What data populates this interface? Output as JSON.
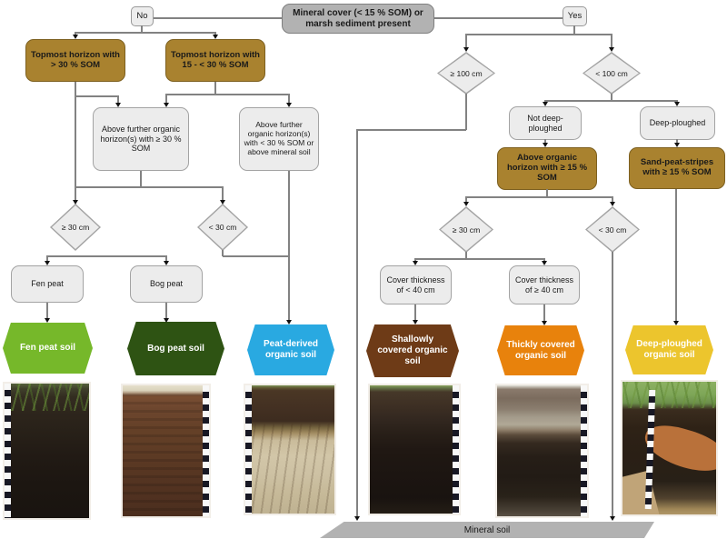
{
  "nodes": {
    "root": "Mineral cover (< 15 % SOM) or marsh sediment present",
    "no": "No",
    "yes": "Yes",
    "topmost_gt30": "Topmost horizon with > 30 % SOM",
    "topmost_15_30": "Topmost horizon with 15 - < 30 % SOM",
    "above_further_ge30": "Above further organic horizon(s) with ≥ 30 % SOM",
    "above_further_lt30": "Above further organic horizon(s) with < 30 % SOM or above mineral soil",
    "d_ge30_left": "≥ 30 cm",
    "d_lt30_left": "< 30 cm",
    "fen_peat": "Fen peat",
    "bog_peat": "Bog peat",
    "d_ge100": "≥ 100 cm",
    "d_lt100": "< 100 cm",
    "not_deep_ploughed": "Not deep-ploughed",
    "deep_ploughed": "Deep-ploughed",
    "above_organic_ge15": "Above organic horizon with ≥ 15 % SOM",
    "sand_peat_stripes": "Sand-peat-stripes with ≥ 15 % SOM",
    "d_ge30_right": "≥ 30 cm",
    "d_lt30_right": "< 30 cm",
    "cover_lt40": "Cover thickness of < 40 cm",
    "cover_ge40": "Cover thickness of ≥ 40 cm"
  },
  "results": [
    {
      "label": "Fen peat soil",
      "color": "#76b82a"
    },
    {
      "label": "Bog peat soil",
      "color": "#2e5313"
    },
    {
      "label": "Peat-derived organic soil",
      "color": "#29a9e1"
    },
    {
      "label": "Shallowly covered organic soil",
      "color": "#6e3b17"
    },
    {
      "label": "Thickly covered organic soil",
      "color": "#e8820c"
    },
    {
      "label": "Deep-ploughed organic soil",
      "color": "#ecc52d"
    }
  ],
  "mineral_soil_label": "Mineral soil",
  "colors": {
    "decision_brown": "#a9822f",
    "box_gray": "#ececec",
    "root_gray": "#b2b2b2",
    "connector_line": "#828282"
  },
  "photos": [
    {
      "name": "fen-peat-soil-profile"
    },
    {
      "name": "bog-peat-soil-profile"
    },
    {
      "name": "peat-derived-organic-soil-profile"
    },
    {
      "name": "shallowly-covered-organic-soil-profile"
    },
    {
      "name": "thickly-covered-organic-soil-profile"
    },
    {
      "name": "deep-ploughed-organic-soil-profile"
    }
  ]
}
